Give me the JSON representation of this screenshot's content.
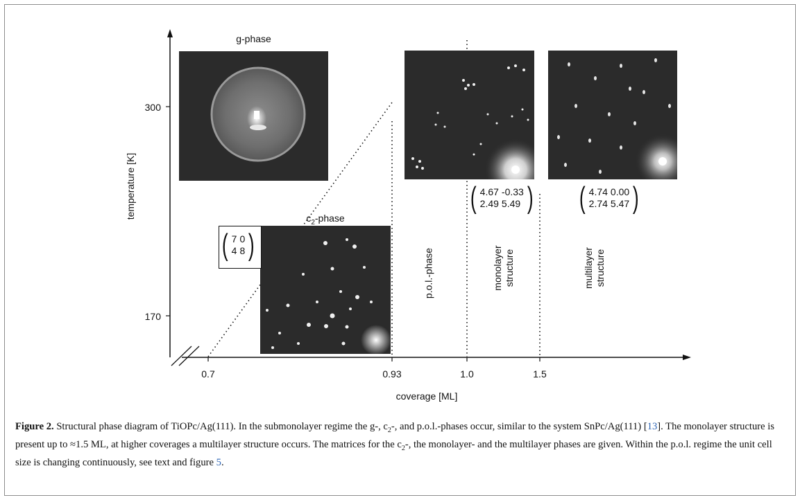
{
  "figure": {
    "x_axis_label": "coverage [ML]",
    "y_axis_label": "temperature [K]",
    "x_ticks": [
      "0.7",
      "0.93",
      "1.0",
      "1.5"
    ],
    "y_ticks": [
      "300",
      "170"
    ],
    "phases": {
      "g_phase": "g-phase",
      "c2_phase_prefix": "c",
      "c2_phase_sub": "2",
      "c2_phase_suffix": "-phase",
      "pol_phase": "p.o.l.-phase",
      "monolayer_line1": "monolayer",
      "monolayer_line2": "structure",
      "multilayer_line1": "multilayer",
      "multilayer_line2": "structure"
    },
    "matrices": {
      "c2": [
        [
          "7",
          "0"
        ],
        [
          "4",
          "8"
        ]
      ],
      "monolayer": [
        [
          "4.67",
          "-0.33"
        ],
        [
          "2.49",
          "5.49"
        ]
      ],
      "multilayer": [
        [
          "4.74",
          "0.00"
        ],
        [
          "2.74",
          "5.47"
        ]
      ]
    }
  },
  "caption": {
    "label": "Figure 2.",
    "part1": " Structural phase diagram of TiOPc/Ag(111). In the submonolayer regime the g-, c",
    "sub1": "2",
    "part2": "-, and p.o.l.-phases occur, similar to the system SnPc/Ag(111) [",
    "ref1": "13",
    "part3": "]. The monolayer structure is present up to ≈1.5 ML, at higher coverages a multilayer structure occurs. The matrices for the c",
    "sub2": "2",
    "part4": "-, the monolayer- and the multilayer phases are given. Within the p.o.l. regime the unit cell size is changing continuously, see text and figure ",
    "ref2": "5",
    "part5": "."
  }
}
